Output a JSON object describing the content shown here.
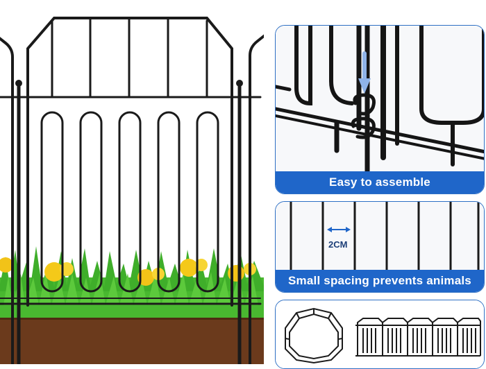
{
  "panels": {
    "assemble": {
      "caption": "Easy to assemble"
    },
    "spacing": {
      "caption": "Small spacing prevents animals",
      "measure": "2CM"
    }
  },
  "colors": {
    "accent": "#1f66c9",
    "fence": "#1a1a1a",
    "soil": "#6b3a1c",
    "grass": "#3fae2a",
    "flower": "#f2c318"
  }
}
